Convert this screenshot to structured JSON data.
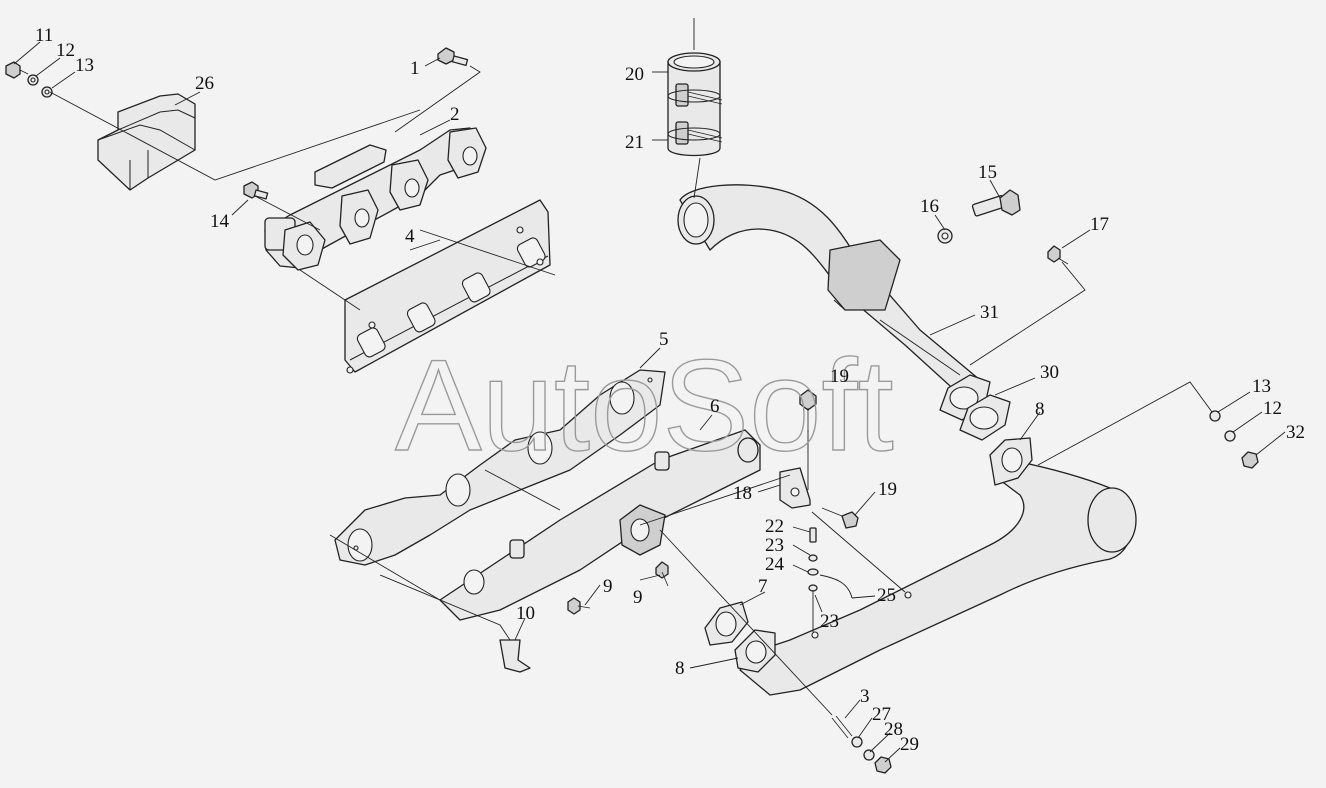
{
  "watermark": "AutoSoft",
  "callouts": [
    "11",
    "12",
    "13",
    "1",
    "2",
    "26",
    "20",
    "21",
    "15",
    "16",
    "17",
    "14",
    "4",
    "31",
    "5",
    "19",
    "30",
    "13",
    "12",
    "32",
    "6",
    "8",
    "18",
    "19",
    "22",
    "23",
    "24",
    "25",
    "23",
    "9",
    "9",
    "7",
    "10",
    "8",
    "3",
    "27",
    "28",
    "29"
  ]
}
